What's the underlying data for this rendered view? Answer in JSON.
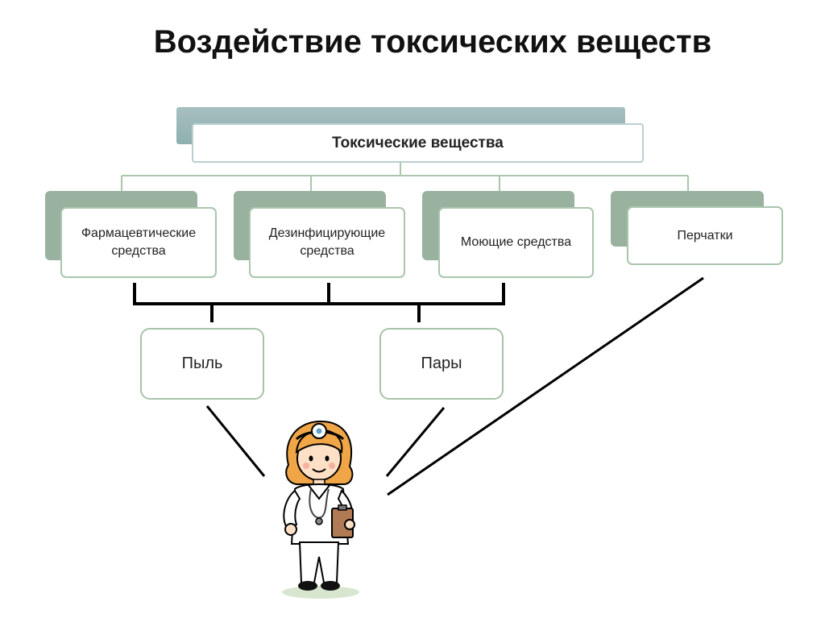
{
  "title": "Воздействие токсических веществ",
  "root": {
    "label": "Токсические вещества"
  },
  "categories": [
    {
      "label": "Фармацевтические средства"
    },
    {
      "label": "Дезинфицирующие средства"
    },
    {
      "label": "Моющие средства"
    },
    {
      "label": "Перчатки"
    }
  ],
  "forms": [
    {
      "label": "Пыль"
    },
    {
      "label": "Пары"
    }
  ],
  "colors": {
    "top_band": "#9fb9ba",
    "category_band": "#99b29f",
    "box_border": "#a9c6ad",
    "connector": "#a9c6ad",
    "arrow_lines": "#000000"
  },
  "illustration": {
    "icon": "nurse-with-clipboard-icon"
  }
}
